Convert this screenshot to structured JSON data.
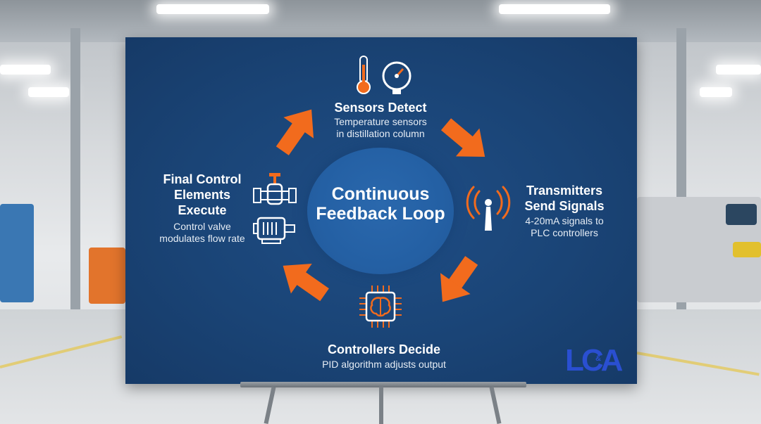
{
  "diagram": {
    "center": {
      "line1": "Continuous",
      "line2": "Feedback Loop"
    },
    "stages": {
      "sensors": {
        "title": "Sensors Detect",
        "desc_line1": "Temperature sensors",
        "desc_line2": "in distillation column"
      },
      "transmitters": {
        "title_line1": "Transmitters",
        "title_line2": "Send Signals",
        "desc_line1": "4-20mA signals to",
        "desc_line2": "PLC controllers"
      },
      "controllers": {
        "title": "Controllers Decide",
        "desc": "PID algorithm adjusts output"
      },
      "final": {
        "title_line1": "Final Control",
        "title_line2": "Elements",
        "title_line3": "Execute",
        "desc_line1": "Control valve",
        "desc_line2": "modulates flow rate"
      }
    },
    "logo": {
      "text": "LCA",
      "text_small": "&"
    },
    "colors": {
      "board": "#1a4476",
      "accent": "#f26b1d",
      "circle": "#2460a4",
      "text": "#ffffff"
    },
    "icons": [
      "thermometer-icon",
      "pressure-gauge-icon",
      "signal-tower-icon",
      "brain-chip-icon",
      "valve-icon",
      "motor-icon"
    ]
  }
}
